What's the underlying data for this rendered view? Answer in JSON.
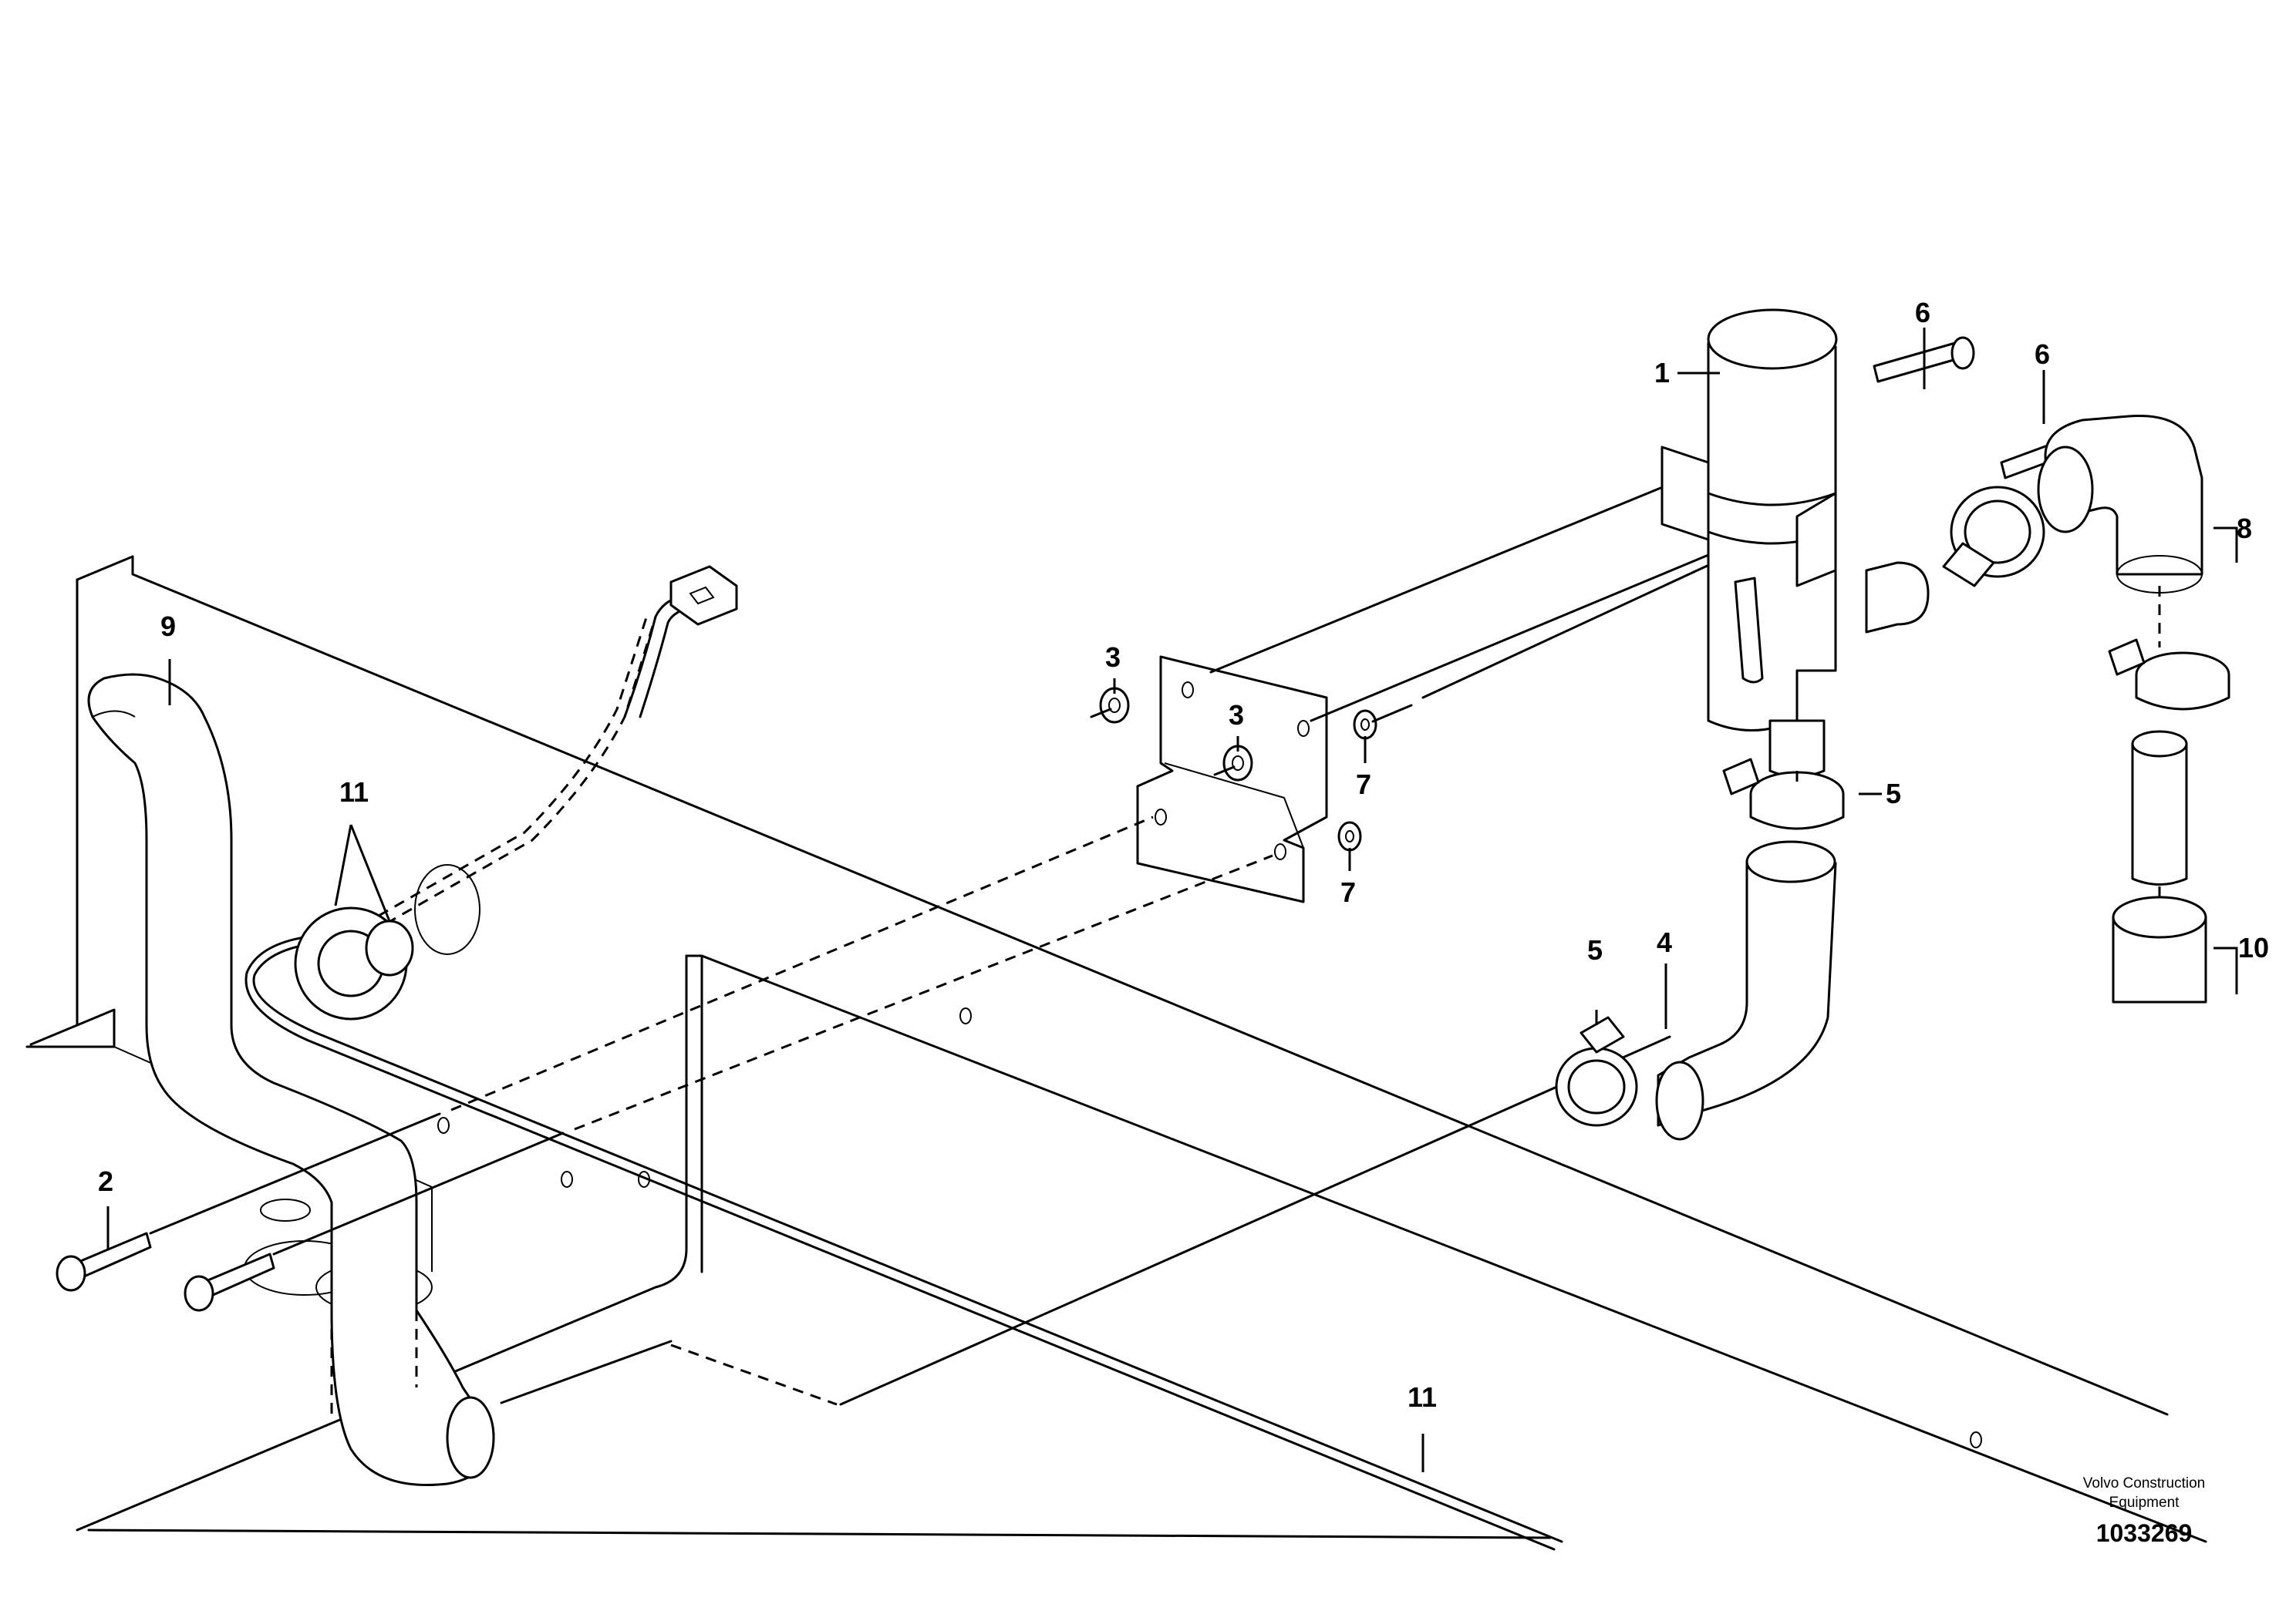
{
  "callouts": {
    "c1": "1",
    "c2": "2",
    "c3a": "3",
    "c3b": "3",
    "c4": "4",
    "c5a": "5",
    "c5b": "5",
    "c6a": "6",
    "c6b": "6",
    "c7a": "7",
    "c7b": "7",
    "c8": "8",
    "c9": "9",
    "c10": "10",
    "c11a": "11",
    "c11b": "11"
  },
  "footer": {
    "company_line1": "Volvo Construction",
    "company_line2": "Equipment",
    "drawing_number": "1033269"
  }
}
